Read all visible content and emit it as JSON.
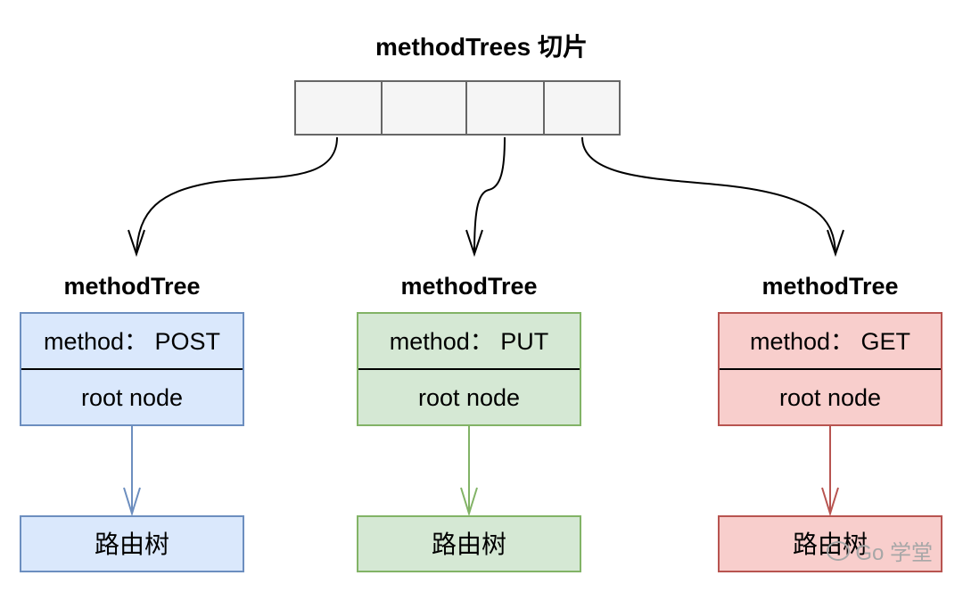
{
  "title": "methodTrees 切片",
  "slice": {
    "cells": [
      "",
      "",
      "",
      ""
    ]
  },
  "trees": [
    {
      "label": "methodTree",
      "method_row": "method： POST",
      "root_row": "root node",
      "leaf": "路由树",
      "fill": "#dae8fc",
      "stroke": "#6c8ebf"
    },
    {
      "label": "methodTree",
      "method_row": "method： PUT",
      "root_row": "root node",
      "leaf": "路由树",
      "fill": "#d5e8d4",
      "stroke": "#82b366"
    },
    {
      "label": "methodTree",
      "method_row": "method： GET",
      "root_row": "root node",
      "leaf": "路由树",
      "fill": "#f8cecc",
      "stroke": "#b85450"
    }
  ],
  "watermark": {
    "text": "Go 学堂",
    "icon": "wechat-icon"
  }
}
